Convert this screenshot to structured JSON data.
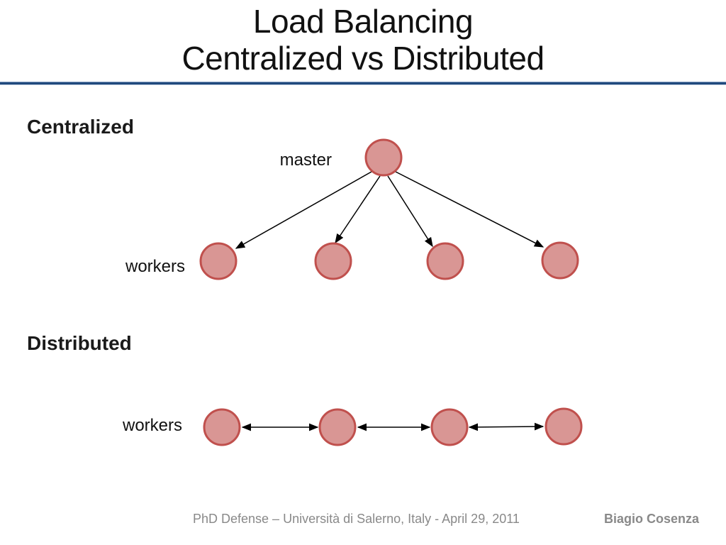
{
  "title": {
    "line1": "Load Balancing",
    "line2": "Centralized vs Distributed"
  },
  "sections": {
    "centralized": {
      "heading": "Centralized",
      "master_label": "master",
      "workers_label": "workers",
      "master_count": 1,
      "worker_count": 4
    },
    "distributed": {
      "heading": "Distributed",
      "workers_label": "workers",
      "worker_count": 4
    }
  },
  "footer": {
    "left": "PhD Defense – Università di Salerno, Italy - April 29, 2011",
    "right": "Biagio Cosenza"
  },
  "colors": {
    "node_fill": "#D99694",
    "node_stroke": "#C0504D",
    "arrow": "#000000",
    "divider": "#1F497D",
    "footer_text": "#898989",
    "title_text": "#111111"
  }
}
